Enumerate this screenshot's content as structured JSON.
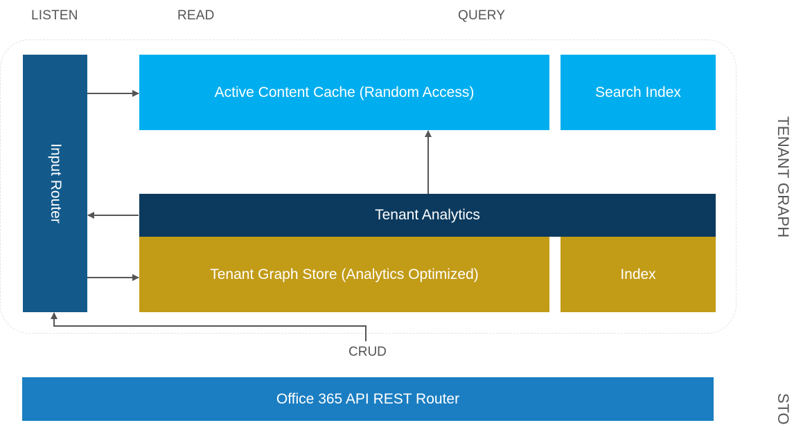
{
  "headers": {
    "listen": "LISTEN",
    "read": "READ",
    "query": "QUERY"
  },
  "boxes": {
    "input_router": "Input Router",
    "active_cache": "Active Content Cache (Random Access)",
    "search_index": "Search Index",
    "tenant_analytics": "Tenant Analytics",
    "graph_store": "Tenant Graph Store (Analytics Optimized)",
    "index": "Index",
    "rest_router": "Office 365 API REST Router"
  },
  "labels": {
    "crud": "CRUD",
    "tenant_graph": "TENANT GRAPH",
    "side_cut": "STO"
  },
  "colors": {
    "light_blue": "#00aeef",
    "navy": "#0c3a5e",
    "gold": "#c29b17",
    "steel_blue": "#135a8b",
    "rest_blue": "#1b7ec2"
  }
}
